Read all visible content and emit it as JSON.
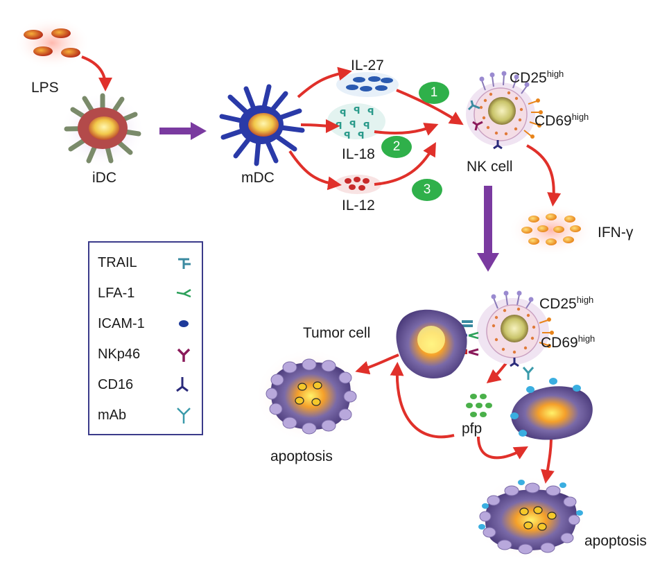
{
  "labels": {
    "lps": "LPS",
    "idc": "iDC",
    "mdc": "mDC",
    "il27": "IL-27",
    "il18": "IL-18",
    "il12": "IL-12",
    "nk_cell": "NK cell",
    "cd25_top": "CD25",
    "cd69_top": "CD69",
    "high_sup": "high",
    "ifn": "IFN-γ",
    "cd25_bottom": "CD25",
    "cd69_bottom": "CD69",
    "tumor_cell": "Tumor cell",
    "pfp": "pfp",
    "apoptosis_left": "apoptosis",
    "apoptosis_right": "apoptosis"
  },
  "badges": [
    "1",
    "2",
    "3"
  ],
  "legend": {
    "items": [
      {
        "label": "TRAIL",
        "icon": "trail-receptor-icon",
        "color": "#3a8aa0"
      },
      {
        "label": "LFA-1",
        "icon": "lfa1-receptor-icon",
        "color": "#2ca05a"
      },
      {
        "label": "ICAM-1",
        "icon": "icam1-molecule-icon",
        "color": "#1e3a9a"
      },
      {
        "label": "NKp46",
        "icon": "nkp46-receptor-icon",
        "color": "#8a1a5a"
      },
      {
        "label": "CD16",
        "icon": "cd16-receptor-icon",
        "color": "#2a2a7a"
      },
      {
        "label": "mAb",
        "icon": "mab-antibody-icon",
        "color": "#3a9aaa"
      }
    ]
  },
  "colors": {
    "red_arrow": "#e0302a",
    "purple_arrow": "#7a3aa0",
    "badge_green": "#2fb04a",
    "legend_border": "#3a3a8a"
  }
}
